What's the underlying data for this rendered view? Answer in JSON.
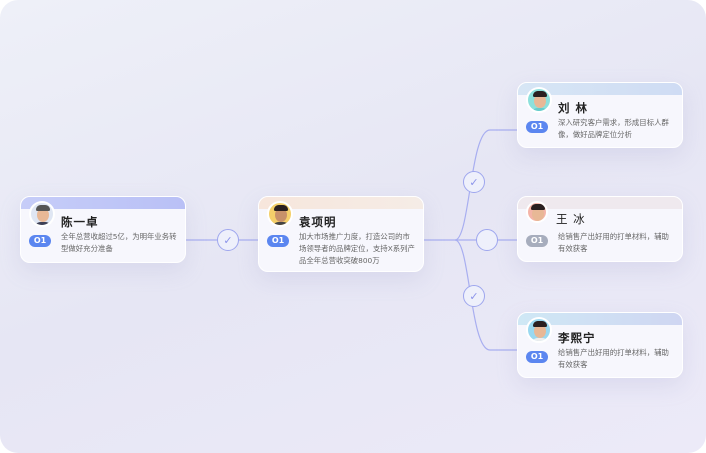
{
  "colors": {
    "accent": "#5b86f0",
    "line": "#9ea6ee",
    "badge_inactive": "#a7adbd"
  },
  "cards": [
    {
      "name": "陈一卓",
      "badge": "O1",
      "desc": "全年总营收超过5亿，为明年业务转型做好充分准备"
    },
    {
      "name": "袁项明",
      "badge": "O1",
      "desc": "加大市场推广力度，打造公司的市场领导者的品牌定位，支持X系列产品全年总营收突破800万"
    },
    {
      "name": "刘 林",
      "badge": "O1",
      "desc": "深入研究客户需求，形成目标人群像，做好品牌定位分析"
    },
    {
      "name": "王 冰",
      "badge": "O1",
      "desc": "给销售产出好用的打单材料，辅助有效获客"
    },
    {
      "name": "李熙宁",
      "badge": "O1",
      "desc": "给销售产出好用的打单材料，辅助有效获客"
    }
  ],
  "icons": {
    "connector_done": "check-icon",
    "connector_pending": "empty-circle-icon"
  }
}
